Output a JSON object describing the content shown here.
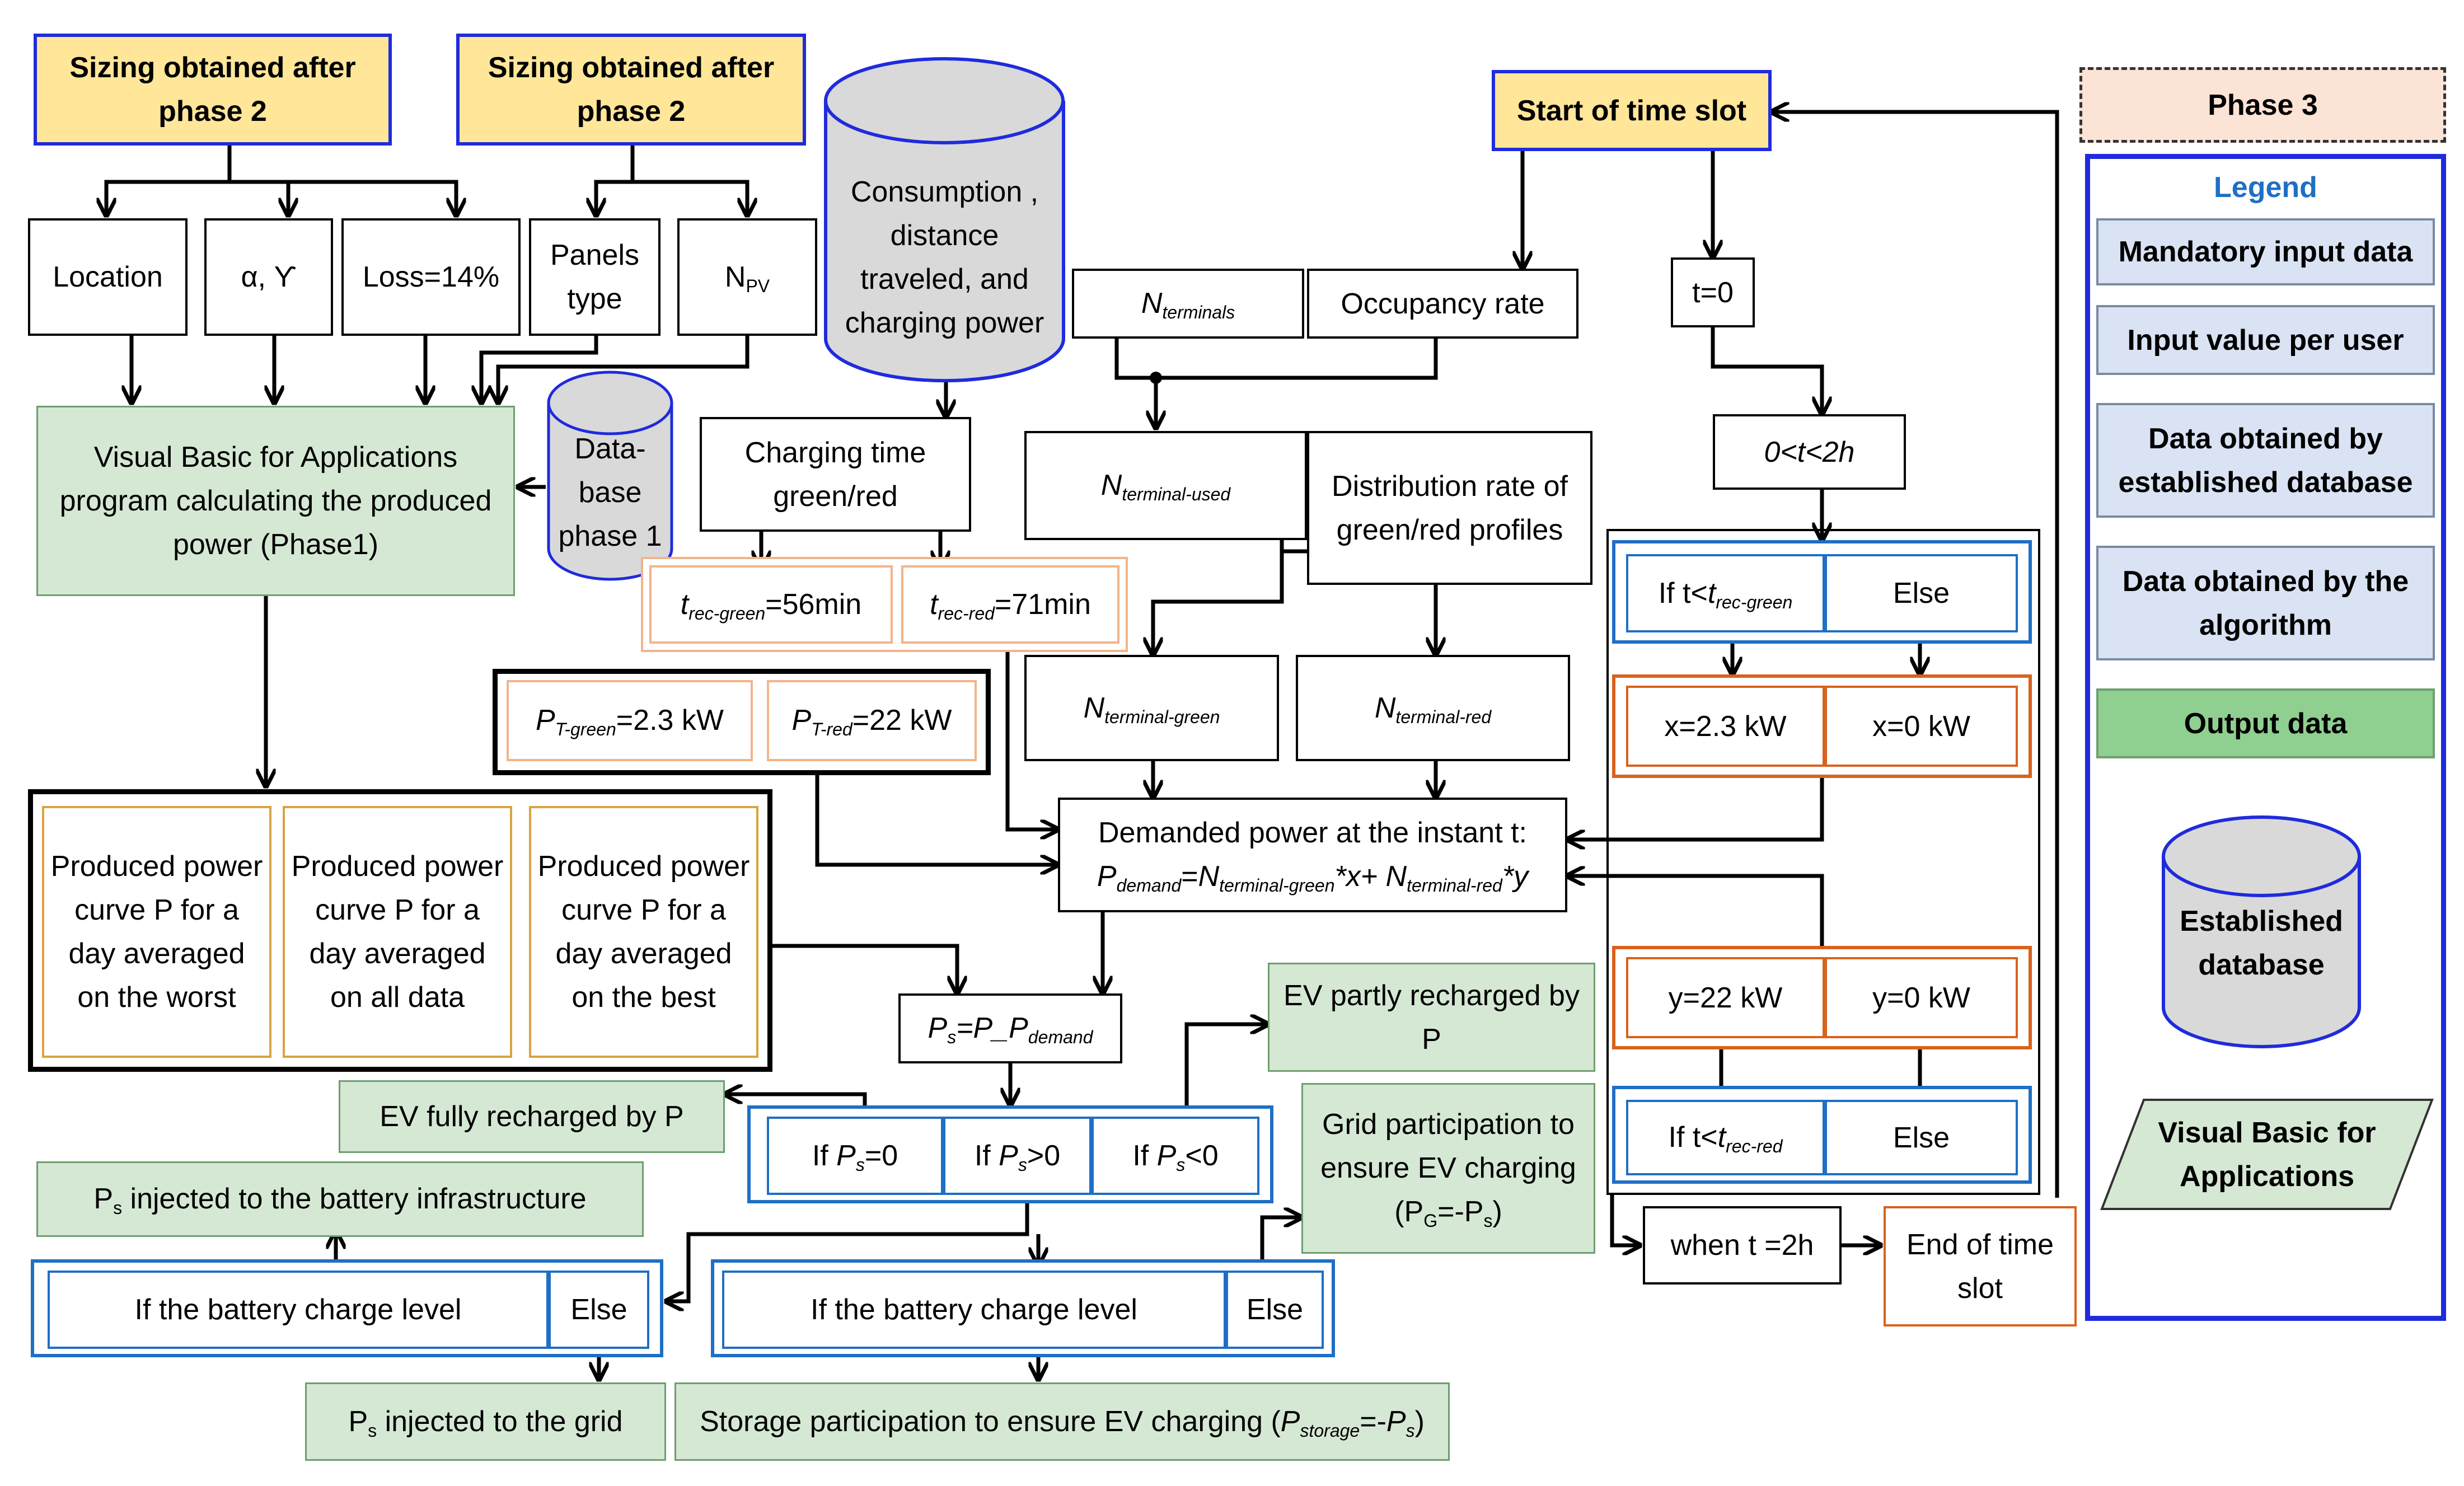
{
  "sizing_left": "Sizing obtained after phase 2",
  "sizing_right": "Sizing obtained after phase 2",
  "location": "Location",
  "alpha_gamma": "α, ϒ",
  "loss": "Loss=14%",
  "panels_type": "Panels type",
  "npv": {
    "base": "N",
    "sub": "PV"
  },
  "consumption_db": "Consumption , distance traveled, and charging power",
  "database_phase1": "Data-base phase 1",
  "vba_program": "Visual Basic for Applications program calculating the produced power (Phase1)",
  "charging_time": "Charging time green/red",
  "t_rec_green": {
    "base": "t",
    "sub": "rec-green",
    "value": "=56min"
  },
  "t_rec_red": {
    "base": "t",
    "sub": "rec-red",
    "value": "=71min"
  },
  "p_t_green": {
    "base": "P",
    "sub": "T-green",
    "value": "=2.3 kW"
  },
  "p_t_red": {
    "base": "P",
    "sub": "T-red",
    "value": "=22 kW"
  },
  "n_terminals": {
    "base": "N",
    "sub": "terminals"
  },
  "occupancy_rate": "Occupancy rate",
  "n_terminal_used": {
    "base": "N",
    "sub": "terminal-used"
  },
  "distribution_rate": "Distribution rate of green/red profiles",
  "n_terminal_green": {
    "base": "N",
    "sub": "terminal-green"
  },
  "n_terminal_red": {
    "base": "N",
    "sub": "terminal-red"
  },
  "demanded_power_title": "Demanded power at the instant t:",
  "demanded_formula": {
    "p": "P",
    "p_sub": "demand",
    "eq": "=",
    "n1": "N",
    "n1_sub": "terminal-green",
    "x": "*x+ ",
    "n2": "N",
    "n2_sub": "terminal-red",
    "y": "*y"
  },
  "produced_worst": "Produced power curve P for a day averaged on the worst",
  "produced_all": "Produced power curve P for a day averaged on all data",
  "produced_best": "Produced power curve P for a day averaged on the best",
  "ps_formula": {
    "base": "P",
    "sub": "s",
    "rest": "=P_P",
    "sub2": "demand"
  },
  "ev_partly": "EV partly recharged by P",
  "ev_fully": "EV fully recharged by P",
  "if_ps0": {
    "pre": "If ",
    "base": "P",
    "sub": "s",
    "rest": "=0"
  },
  "if_psgt0": {
    "pre": "If ",
    "base": "P",
    "sub": "s",
    "rest": ">0"
  },
  "if_pslt0": {
    "pre": "If ",
    "base": "P",
    "sub": "s",
    "rest": "<0"
  },
  "grid_participation": {
    "text": "Grid participation to ensure EV charging (P",
    "sub": "G",
    "rest": "=-P",
    "sub2": "s",
    "end": ")"
  },
  "ps_battery": {
    "base": "P",
    "sub": "s",
    "rest": " injected to the battery infrastructure"
  },
  "battery_level_left": "If the battery charge level",
  "else_left": "Else",
  "battery_level_right": "If the battery charge level",
  "else_right": "Else",
  "ps_grid": {
    "base": "P",
    "sub": "s",
    "rest": " injected to the grid"
  },
  "storage_participation": {
    "text": "Storage participation to ensure EV charging (",
    "base": "P",
    "sub": "storage",
    "rest": "=-",
    "base2": "P",
    "sub2": "s",
    "end": ")"
  },
  "start_slot": "Start of time slot",
  "t0": "t=0",
  "t_range": "0<t<2h",
  "if_t_green": {
    "pre": "If t<",
    "base": "t",
    "sub": "rec-green"
  },
  "else_green": "Else",
  "x_23": "x=2.3 kW",
  "x_0": "x=0 kW",
  "y_22": "y=22 kW",
  "y_0": "y=0 kW",
  "if_t_red": {
    "pre": "If t<",
    "base": "t",
    "sub": "rec-red"
  },
  "else_red": "Else",
  "when_t2h": "when t =2h",
  "end_slot": "End of time slot",
  "legend": {
    "phase": "Phase 3",
    "title": "Legend",
    "mandatory": "Mandatory input data",
    "input_user": "Input value per user",
    "data_db": "Data obtained by established database",
    "data_algo": "Data obtained by the algorithm",
    "output": "Output data",
    "established_db": "Established database",
    "vba": "Visual Basic for Applications"
  },
  "colors": {
    "yellow_fill": "#ffe699",
    "green_fill": "#d5e8d4",
    "legend_blue_fill": "#dae3f3",
    "output_green": "#8fcf8f",
    "border_blue": "#1f6fc5",
    "border_orange": "#d9621c",
    "legend_frame": "#1f2bdc",
    "db_cylinder": "#d9d9d9"
  }
}
